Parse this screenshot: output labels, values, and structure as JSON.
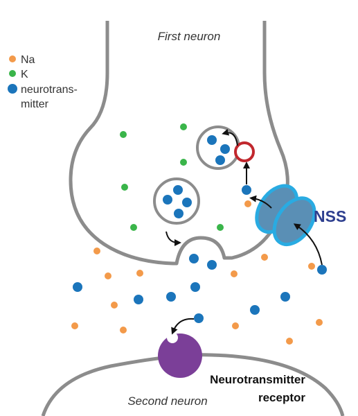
{
  "labels": {
    "first_neuron": "First neuron",
    "second_neuron": "Second neuron",
    "nss": "NSS",
    "receptor_line1": "Neurotransmitter",
    "receptor_line2": "receptor"
  },
  "legend": [
    {
      "label": "Na",
      "color": "#f39a4a"
    },
    {
      "label": "K",
      "color": "#3ab54a"
    },
    {
      "label": "neurotrans-",
      "label2": "mitter",
      "color": "#1b75bb"
    }
  ],
  "colors": {
    "membrane": "#8c8c8c",
    "na": "#f39a4a",
    "k": "#3ab54a",
    "neurotransmitter": "#1b75bb",
    "nss_fill": "#5a8fb5",
    "nss_outline": "#29abe2",
    "recycling_ring": "#c1272d",
    "receptor": "#7b3f98",
    "arrow": "#111111"
  },
  "icons": {
    "na": "orange-dot",
    "k": "green-dot",
    "neurotransmitter": "blue-dot",
    "nss": "transporter-shape",
    "receptor": "purple-receptor",
    "recycling": "red-ring"
  }
}
